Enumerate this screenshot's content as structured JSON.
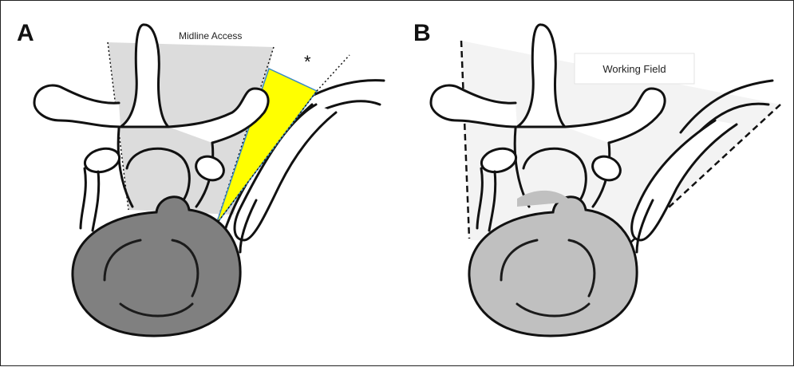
{
  "panels": {
    "a": {
      "letter": "A",
      "midline_label": "Midline Access",
      "asterisk": "*"
    },
    "b": {
      "letter": "B",
      "working_field_label": "Working Field"
    }
  },
  "colors": {
    "access_zone": "#dcdcdc",
    "extra_window": "#ffff00",
    "vertebral_body_a": "#808080",
    "vertebral_body_b": "#c0c0c0",
    "working_field": "#f3f3f3",
    "outline": "#111111"
  }
}
